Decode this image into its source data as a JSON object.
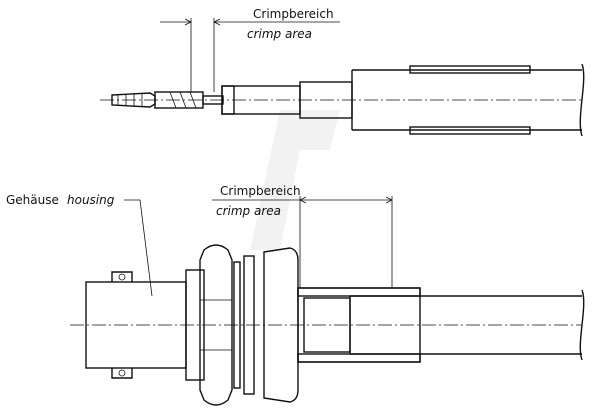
{
  "top_view": {
    "crimp_label_de": "Crimpbereich",
    "crimp_label_en": "crimp area"
  },
  "bottom_view": {
    "housing_label_de": "Gehäuse",
    "housing_label_en": "housing",
    "crimp_label_de": "Crimpbereich",
    "crimp_label_en": "crimp area"
  }
}
